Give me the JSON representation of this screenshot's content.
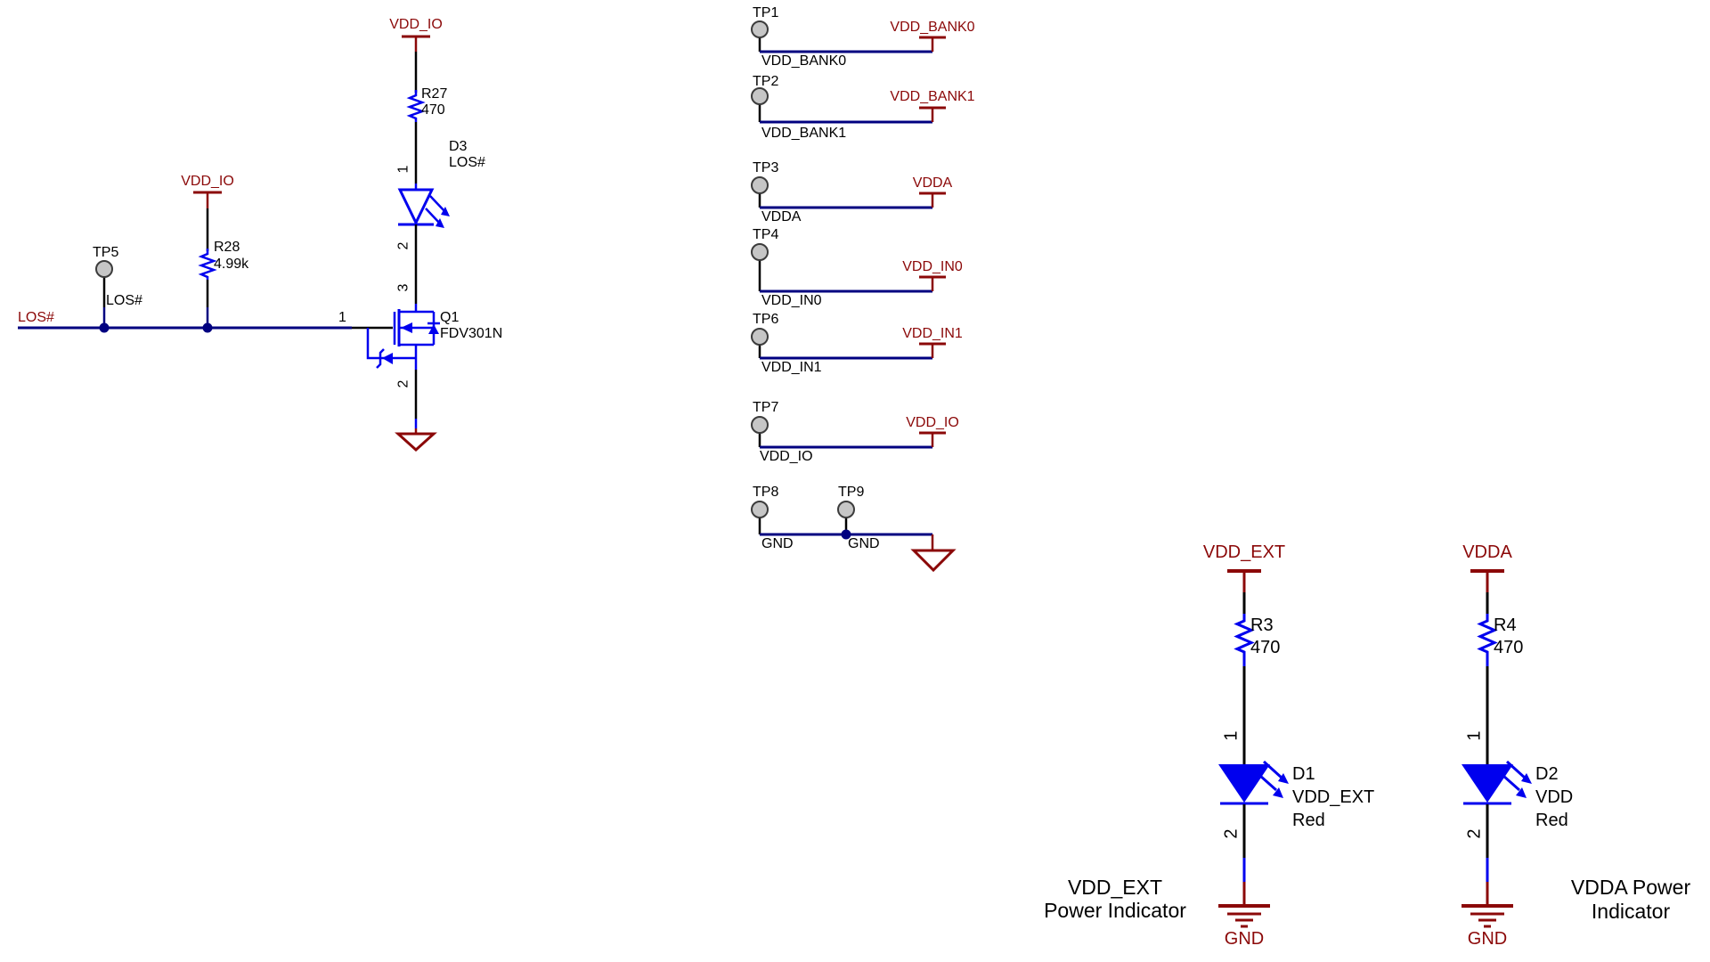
{
  "colors": {
    "wire_blue": "#000080",
    "component_blue": "#0000EE",
    "power_dark_red": "#8B0808",
    "text_black": "#000000",
    "testpoint_gray": "#C6C6C6"
  },
  "left_circuit": {
    "power_top": "VDD_IO",
    "r27": {
      "ref": "R27",
      "value": "470"
    },
    "d3": {
      "pin1": "1",
      "ref": "D3",
      "net": "LOS#",
      "pin2": "2"
    },
    "q1": {
      "pin_drain": "3",
      "pin_gate": "1",
      "ref": "Q1",
      "part": "FDV301N",
      "pin_source": "2"
    },
    "r28": {
      "power": "VDD_IO",
      "ref": "R28",
      "value": "4.99k"
    },
    "tp5": {
      "ref": "TP5",
      "net": "LOS#"
    },
    "net_label": "LOS#"
  },
  "test_points": [
    {
      "ref": "TP1",
      "net": "VDD_BANK0",
      "power": "VDD_BANK0"
    },
    {
      "ref": "TP2",
      "net": "VDD_BANK1",
      "power": "VDD_BANK1"
    },
    {
      "ref": "TP3",
      "net": "VDDA",
      "power": "VDDA"
    },
    {
      "ref": "TP4",
      "net": "VDD_IN0",
      "power": "VDD_IN0"
    },
    {
      "ref": "TP6",
      "net": "VDD_IN1",
      "power": "VDD_IN1"
    },
    {
      "ref": "TP7",
      "net": "VDD_IO",
      "power": "VDD_IO"
    },
    {
      "ref": "TP8",
      "net": "GND"
    },
    {
      "ref": "TP9",
      "net": "GND"
    }
  ],
  "indicators": [
    {
      "power": "VDD_EXT",
      "res_ref": "R3",
      "res_value": "470",
      "pin1": "1",
      "pin2": "2",
      "led_ref": "D1",
      "led_net": "VDD_EXT",
      "led_color": "Red",
      "gnd": "GND",
      "caption1": "VDD_EXT",
      "caption2": "Power Indicator"
    },
    {
      "power": "VDDA",
      "res_ref": "R4",
      "res_value": "470",
      "pin1": "1",
      "pin2": "2",
      "led_ref": "D2",
      "led_net": "VDD",
      "led_color": "Red",
      "gnd": "GND",
      "caption1": "VDDA Power",
      "caption2": "Indicator"
    }
  ]
}
